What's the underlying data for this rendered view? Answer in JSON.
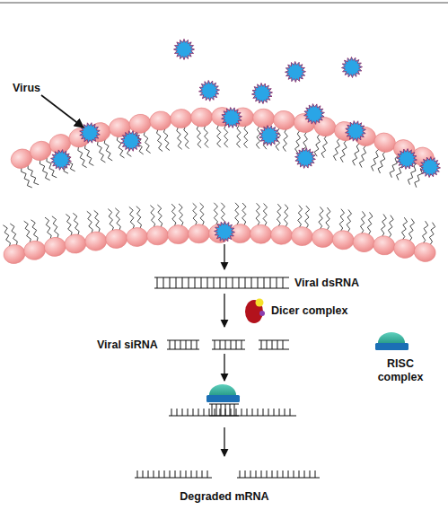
{
  "diagram": {
    "labels": [
      "Virus",
      "Viral dsRNA",
      "Dicer complex",
      "Viral siRNA",
      "RISC complex",
      "Degraded mRNA"
    ]
  }
}
